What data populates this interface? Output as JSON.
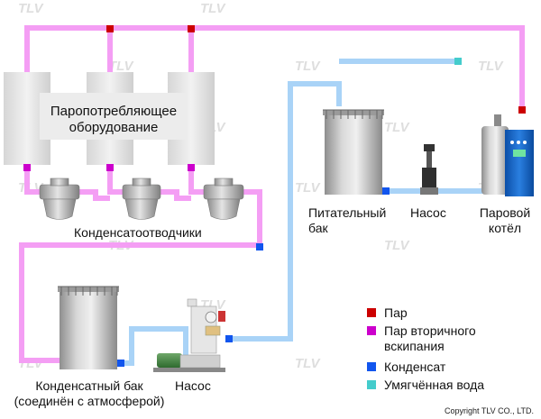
{
  "watermark": "TLV",
  "labels": {
    "equipment": "Паропотребляющее\nоборудование",
    "traps": "Конденсатоотводчики",
    "feed_tank": "Питательный\nбак",
    "pump_top": "Насос",
    "boiler": "Паровой\nкотёл",
    "condensate_tank": "Конденсатный бак\n(соединён с атмосферой)",
    "pump_bottom": "Насос"
  },
  "legend": [
    {
      "label": "Пар",
      "color": "#cc0000"
    },
    {
      "label": "Пар вторичного\nвскипания",
      "color": "#cc00cc"
    },
    {
      "label": "Конденсат",
      "color": "#1155ee"
    },
    {
      "label": "Умягчённая вода",
      "color": "#44cccc"
    }
  ],
  "copyright": "Copyright TLV CO., LTD.",
  "colors": {
    "steam_pipe": "#f49ef4",
    "condensate_pipe": "#a9d3f7",
    "steam_valve": "#cc0000",
    "flash_valve": "#cc00cc",
    "condensate_valve": "#1155ee",
    "soft_water_valve": "#44cccc",
    "boiler_body": "#1166cc"
  }
}
